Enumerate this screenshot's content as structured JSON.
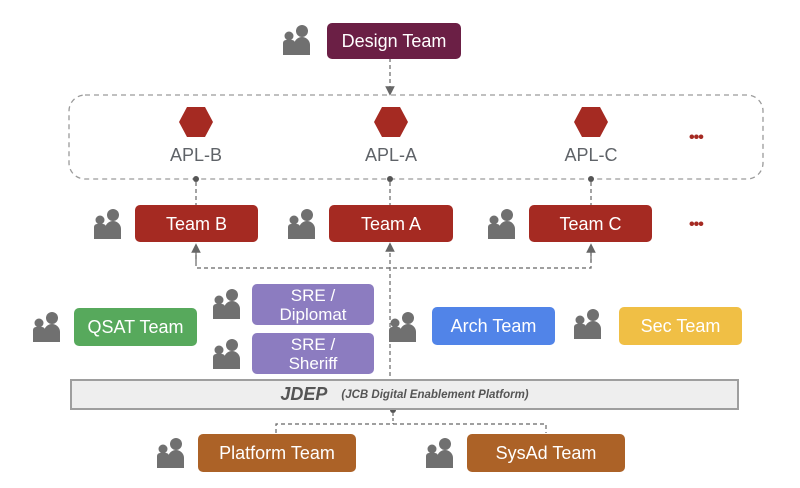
{
  "colors": {
    "design": "#6b1f45",
    "apl": "#a52a22",
    "team": "#a52a22",
    "qsat": "#57a95c",
    "sre": "#8c7cc0",
    "arch": "#5184e8",
    "sec": "#f0bf45",
    "platform": "#ac6227",
    "people_icon": "#707070",
    "connector": "#666666",
    "label_text": "#5f6368"
  },
  "design_team": {
    "label": "Design Team",
    "icon": "people-icon"
  },
  "apls": [
    {
      "label": "APL-B",
      "icon": "hexagon-icon"
    },
    {
      "label": "APL-A",
      "icon": "hexagon-icon"
    },
    {
      "label": "APL-C",
      "icon": "hexagon-icon"
    }
  ],
  "apl_more": "•••",
  "teams": [
    {
      "label": "Team B",
      "icon": "people-icon"
    },
    {
      "label": "Team A",
      "icon": "people-icon"
    },
    {
      "label": "Team C",
      "icon": "people-icon"
    }
  ],
  "team_more": "•••",
  "support_teams": {
    "qsat": {
      "label": "QSAT Team",
      "icon": "people-icon"
    },
    "sre_diplomat": {
      "label_line1": "SRE /",
      "label_line2": "Diplomat",
      "icon": "people-icon"
    },
    "sre_sheriff": {
      "label_line1": "SRE /",
      "label_line2": "Sheriff",
      "icon": "people-icon"
    },
    "arch": {
      "label": "Arch Team",
      "icon": "people-icon"
    },
    "sec": {
      "label": "Sec Team",
      "icon": "people-icon"
    }
  },
  "platform_bar": {
    "name": "JDEP",
    "full_name": "(JCB Digital Enablement Platform)"
  },
  "base_teams": [
    {
      "label": "Platform Team",
      "icon": "people-icon"
    },
    {
      "label": "SysAd Team",
      "icon": "people-icon"
    }
  ]
}
